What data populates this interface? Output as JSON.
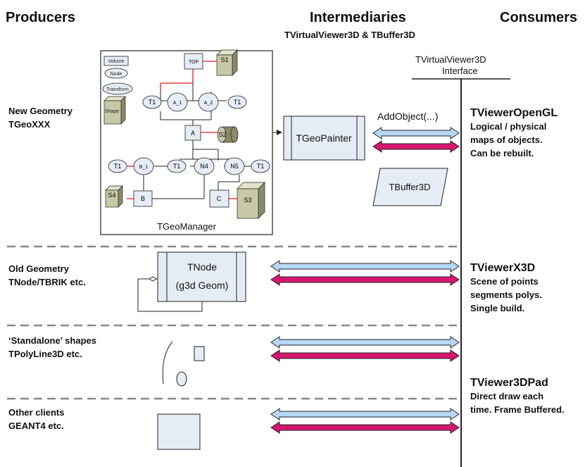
{
  "headers": {
    "producers": "Producers",
    "intermediaries": "Intermediaries",
    "intermediaries_sub": "TVirtualViewer3D & TBuffer3D",
    "consumers": "Consumers"
  },
  "interface": {
    "line1": "TVirtualViewer3D",
    "line2": "Interface",
    "add_object": "AddObject(...)"
  },
  "producers": [
    {
      "line1": "New Geometry",
      "line2": "TGeoXXX"
    },
    {
      "line1": "Old Geometry",
      "line2": "TNode/TBRIK etc."
    },
    {
      "line1": "‘Standalone’ shapes",
      "line2": "TPolyLine3D etc."
    },
    {
      "line1": "Other clients",
      "line2": "GEANT4 etc."
    }
  ],
  "geo_manager": {
    "title": "TGeoManager",
    "legend": {
      "volume": "Volume",
      "node": "Node",
      "transform": "Transform",
      "shape": "Shape"
    },
    "nodes": {
      "top": "TOP",
      "s1": "S1",
      "t1a": "T1",
      "a1": "A_1",
      "a2": "A_2",
      "t1b": "T1",
      "a": "A",
      "s2": "S2",
      "t1c": "T1",
      "b1": "B_1",
      "t1d": "T1",
      "n4": "N4",
      "n5": "N5",
      "t1e": "T1",
      "s4": "S4",
      "b": "B",
      "c": "C",
      "s3": "S3"
    }
  },
  "painters": {
    "geo_painter": "TGeoPainter",
    "buffer3d": "TBuffer3D",
    "tnode_line1": "TNode",
    "tnode_line2": "(g3d Geom)"
  },
  "viewers": [
    {
      "name": "TViewerOpenGL",
      "desc": [
        "Logical / physical",
        "maps of objects.",
        "Can be rebuilt."
      ]
    },
    {
      "name": "TViewerX3D",
      "desc": [
        "Scene of points",
        "segments polys.",
        "Single build."
      ]
    },
    {
      "name": "TViewer3DPad",
      "desc": [
        "Direct draw each",
        "time. Frame Buffered."
      ]
    }
  ],
  "colors": {
    "blue_arrow": "#b7d7f5",
    "magenta_arrow": "#d6166e",
    "box_fill": "#e6ecf5",
    "shape_fill": "#c8c8a8",
    "red_link": "#e02020"
  }
}
